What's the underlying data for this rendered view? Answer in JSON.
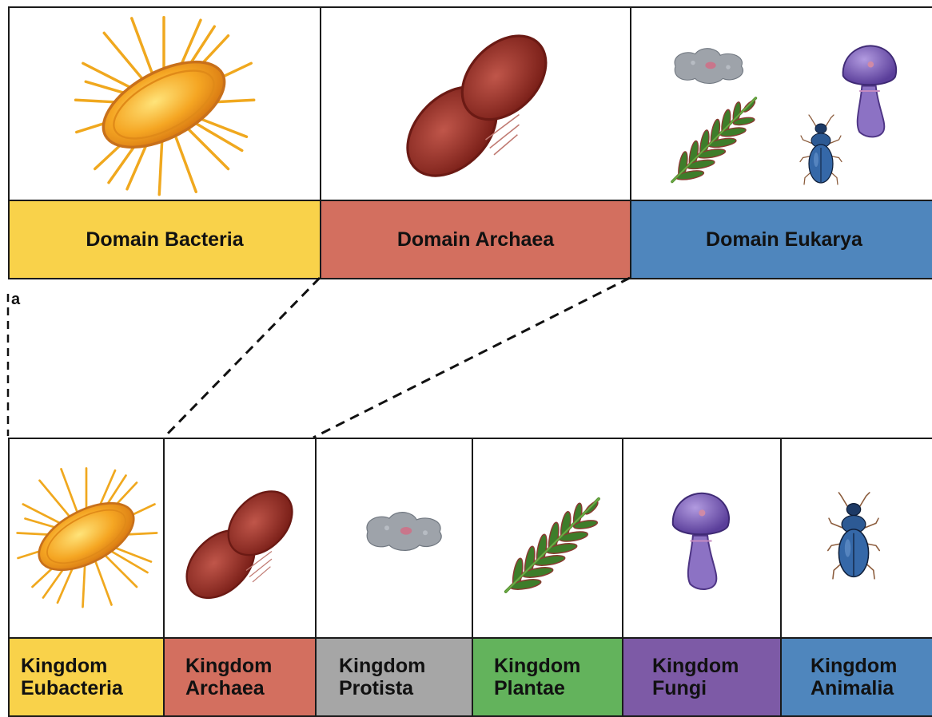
{
  "corner_label": "a",
  "domains": [
    {
      "label": "Domain Bacteria",
      "color": "#f9d24a",
      "icon": "rod-bacterium-icon"
    },
    {
      "label": "Domain Archaea",
      "color": "#d36f5f",
      "icon": "archaea-cell-icon"
    },
    {
      "label": "Domain Eukarya",
      "color": "#4f86bd",
      "icon": "eukarya-organisms-icon"
    }
  ],
  "kingdoms": [
    {
      "line1": "Kingdom",
      "line2": "Eubacteria",
      "color": "#f9d24a",
      "icon": "rod-bacterium-icon"
    },
    {
      "line1": "Kingdom",
      "line2": "Archaea",
      "color": "#d36f5f",
      "icon": "archaea-cell-icon"
    },
    {
      "line1": "Kingdom",
      "line2": "Protista",
      "color": "#a6a6a6",
      "icon": "protist-amoeba-icon"
    },
    {
      "line1": "Kingdom",
      "line2": "Plantae",
      "color": "#63b35c",
      "icon": "fern-leaf-icon"
    },
    {
      "line1": "Kingdom",
      "line2": "Fungi",
      "color": "#7d5aa6",
      "icon": "mushroom-icon"
    },
    {
      "line1": "Kingdom",
      "line2": "Animalia",
      "color": "#4f86bd",
      "icon": "beetle-icon"
    }
  ]
}
